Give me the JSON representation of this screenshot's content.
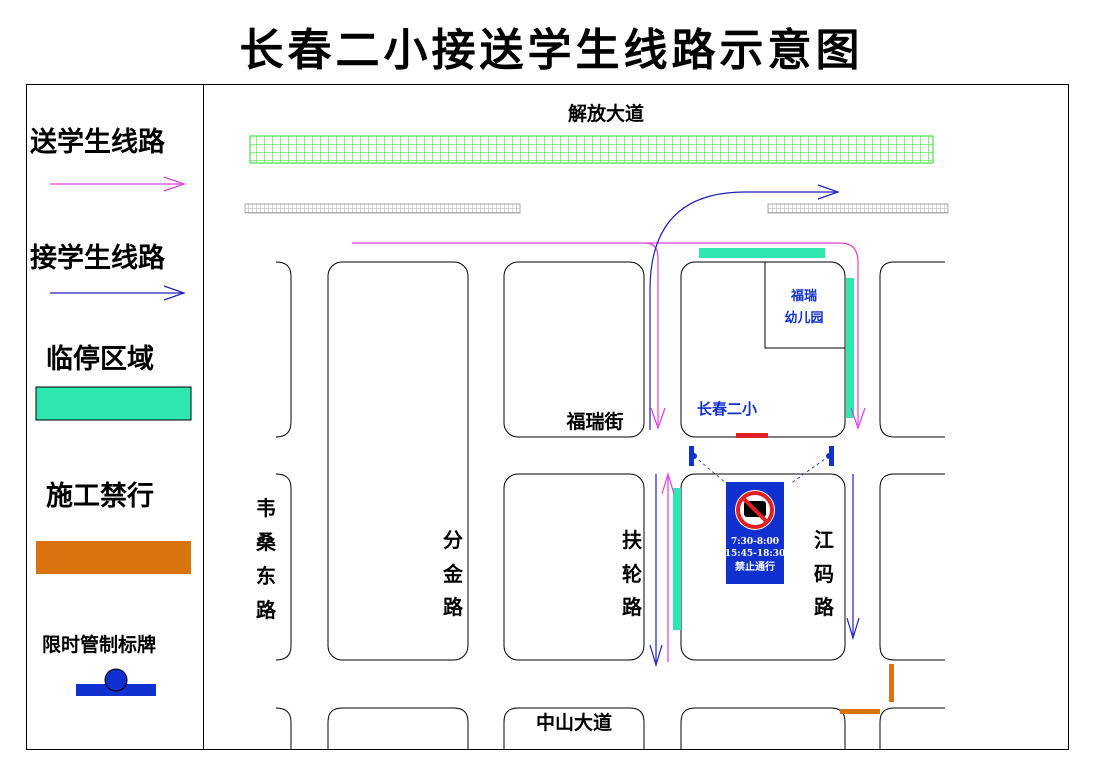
{
  "title": "长春二小接送学生线路示意图",
  "legend": {
    "drop_off_route": "送学生线路",
    "pick_up_route": "接学生线路",
    "temp_parking": "临停区域",
    "construction": "施工禁行",
    "time_limit_sign": "限时管制标牌"
  },
  "colors": {
    "drop_off_route": "#e040e0",
    "pick_up_route": "#2020c0",
    "temp_parking": "#2ee6b0",
    "construction": "#d9730d",
    "sign_blue": "#1030d0",
    "no_vehicle_red": "#e02020",
    "boulevard_green": "#22dd22"
  },
  "streets": {
    "jiefang": "解放大道",
    "zhongshan": "中山大道",
    "furui": "福瑞街",
    "weisang": [
      "韦",
      "桑",
      "东",
      "路"
    ],
    "fenjin": [
      "分",
      "金",
      "路"
    ],
    "fulun": [
      "扶",
      "轮",
      "路"
    ],
    "jiangma": [
      "江",
      "码",
      "路"
    ]
  },
  "places": {
    "school": "长春二小",
    "kindergarten_line1": "福瑞",
    "kindergarten_line2": "幼儿园"
  },
  "sign": {
    "time1": "7:30-8:00",
    "time2": "15:45-18:30",
    "rule": "禁止通行"
  }
}
